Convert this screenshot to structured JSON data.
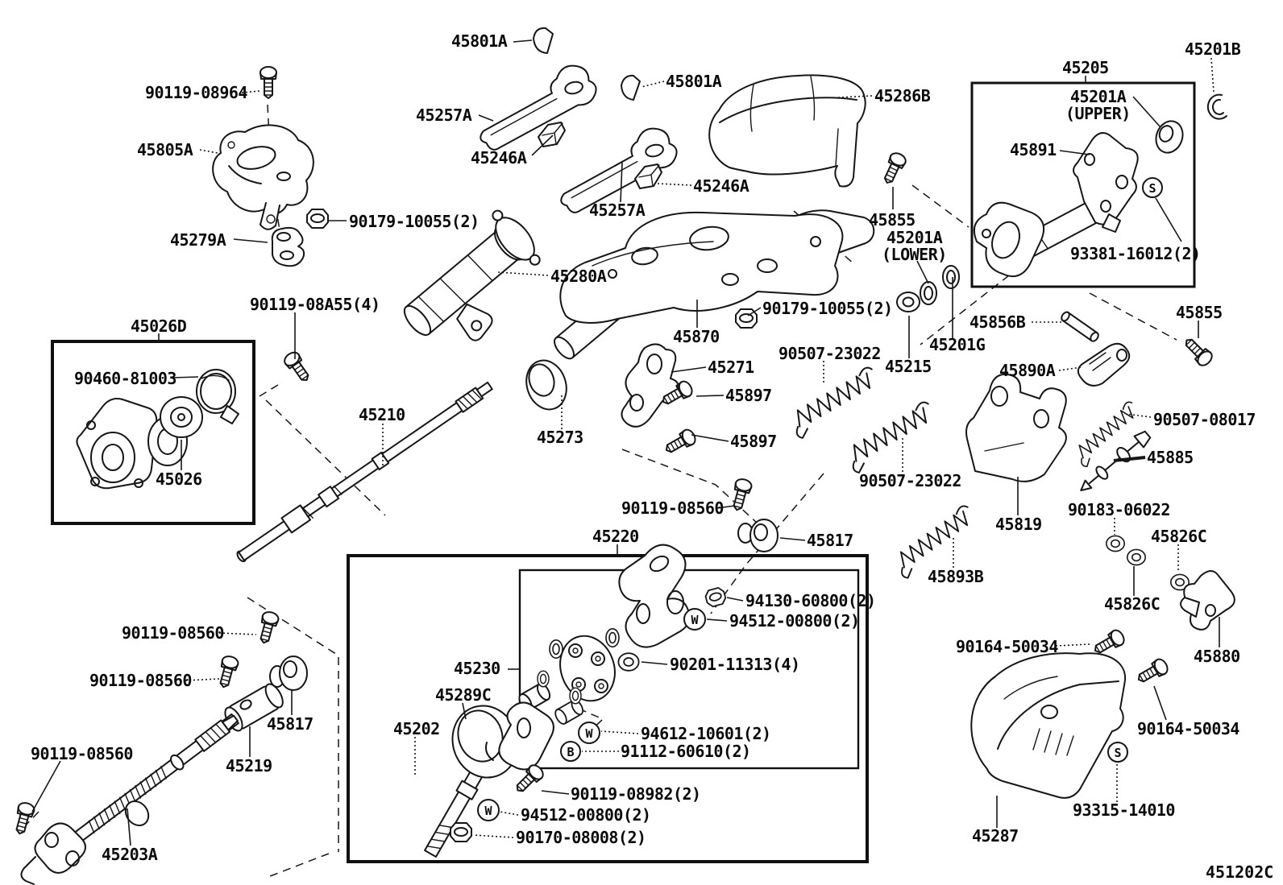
{
  "diagram": {
    "title_code": "451202C",
    "ink_color": "#0a0a0a",
    "background_color": "#ffffff",
    "symbols": {
      "washer_mark": "W",
      "bolt_mark": "B",
      "screw_mark": "S"
    },
    "labels": [
      {
        "id": "45801A-1",
        "text": "45801A"
      },
      {
        "id": "90119-08964",
        "text": "90119-08964"
      },
      {
        "id": "45257A-1",
        "text": "45257A"
      },
      {
        "id": "45801A-2",
        "text": "45801A"
      },
      {
        "id": "45286B",
        "text": "45286B"
      },
      {
        "id": "45205",
        "text": "45205"
      },
      {
        "id": "45201B",
        "text": "45201B"
      },
      {
        "id": "45201A-upper",
        "text": "45201A"
      },
      {
        "id": "45201A-upper-note",
        "text": "(UPPER)"
      },
      {
        "id": "45805A",
        "text": "45805A"
      },
      {
        "id": "45891",
        "text": "45891"
      },
      {
        "id": "45246A-1",
        "text": "45246A"
      },
      {
        "id": "45246A-2",
        "text": "45246A"
      },
      {
        "id": "45257A-2",
        "text": "45257A"
      },
      {
        "id": "90179-10055-1",
        "text": "90179-10055(2)"
      },
      {
        "id": "45279A",
        "text": "45279A"
      },
      {
        "id": "45855-1",
        "text": "45855"
      },
      {
        "id": "45201A-lower",
        "text": "45201A"
      },
      {
        "id": "45201A-lower-note",
        "text": "(LOWER)"
      },
      {
        "id": "93381-16012",
        "text": "93381-16012(2)"
      },
      {
        "id": "45280A",
        "text": "45280A"
      },
      {
        "id": "90179-10055-2",
        "text": "90179-10055(2)"
      },
      {
        "id": "90119-08A55",
        "text": "90119-08A55(4)"
      },
      {
        "id": "45026D",
        "text": "45026D"
      },
      {
        "id": "45856B",
        "text": "45856B"
      },
      {
        "id": "45855-2",
        "text": "45855"
      },
      {
        "id": "45870",
        "text": "45870"
      },
      {
        "id": "90507-23022-1",
        "text": "90507-23022"
      },
      {
        "id": "45201G",
        "text": "45201G"
      },
      {
        "id": "45215",
        "text": "45215"
      },
      {
        "id": "45890A",
        "text": "45890A"
      },
      {
        "id": "45271",
        "text": "45271"
      },
      {
        "id": "90460-81003",
        "text": "90460-81003"
      },
      {
        "id": "45897-1",
        "text": "45897"
      },
      {
        "id": "45210",
        "text": "45210"
      },
      {
        "id": "90507-08017",
        "text": "90507-08017"
      },
      {
        "id": "45273",
        "text": "45273"
      },
      {
        "id": "45897-2",
        "text": "45897"
      },
      {
        "id": "45885",
        "text": "45885"
      },
      {
        "id": "90507-23022-2",
        "text": "90507-23022"
      },
      {
        "id": "45026",
        "text": "45026"
      },
      {
        "id": "90183-06022",
        "text": "90183-06022"
      },
      {
        "id": "90119-08560-a",
        "text": "90119-08560"
      },
      {
        "id": "45819",
        "text": "45819"
      },
      {
        "id": "45826C-1",
        "text": "45826C"
      },
      {
        "id": "45220",
        "text": "45220"
      },
      {
        "id": "45817-1",
        "text": "45817"
      },
      {
        "id": "45893B",
        "text": "45893B"
      },
      {
        "id": "94130-60800",
        "text": "94130-60800(2)"
      },
      {
        "id": "45826C-2",
        "text": "45826C"
      },
      {
        "id": "94512-00800-1",
        "text": "94512-00800(2)"
      },
      {
        "id": "90164-50034-1",
        "text": "90164-50034"
      },
      {
        "id": "45880",
        "text": "45880"
      },
      {
        "id": "90119-08560-b",
        "text": "90119-08560"
      },
      {
        "id": "90201-11313",
        "text": "90201-11313(4)"
      },
      {
        "id": "45230",
        "text": "45230"
      },
      {
        "id": "90119-08560-c",
        "text": "90119-08560"
      },
      {
        "id": "45289C",
        "text": "45289C"
      },
      {
        "id": "45817-2",
        "text": "45817"
      },
      {
        "id": "94612-10601",
        "text": "94612-10601(2)"
      },
      {
        "id": "45202",
        "text": "45202"
      },
      {
        "id": "90164-50034-2",
        "text": "90164-50034"
      },
      {
        "id": "91112-60610",
        "text": "91112-60610(2)"
      },
      {
        "id": "45219",
        "text": "45219"
      },
      {
        "id": "90119-08560-d",
        "text": "90119-08560"
      },
      {
        "id": "90119-08982",
        "text": "90119-08982(2)"
      },
      {
        "id": "93315-14010",
        "text": "93315-14010"
      },
      {
        "id": "94512-00800-2",
        "text": "94512-00800(2)"
      },
      {
        "id": "90170-08008",
        "text": "90170-08008(2)"
      },
      {
        "id": "45203A",
        "text": "45203A"
      },
      {
        "id": "45287",
        "text": "45287"
      },
      {
        "id": "451202C",
        "text": "451202C"
      }
    ]
  }
}
